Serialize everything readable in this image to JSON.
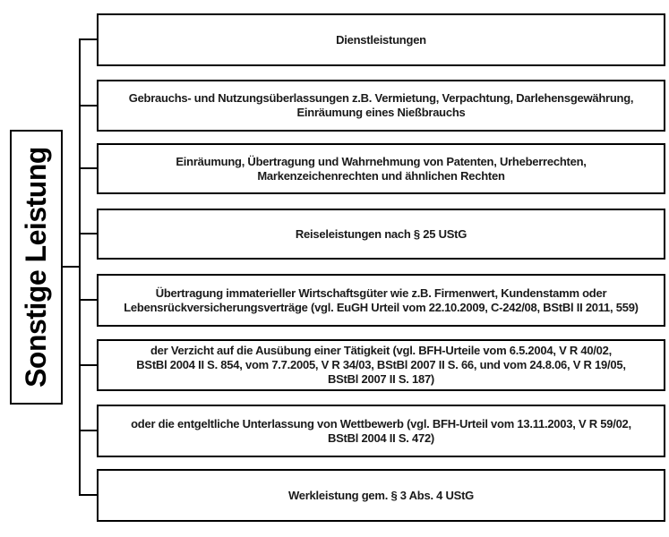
{
  "diagram": {
    "type": "hierarchy-left-to-right",
    "root": {
      "label": "Sonstige Leistung"
    },
    "boxes": [
      {
        "label": "Dienstleistungen",
        "lines": [
          "Dienstleistungen"
        ]
      },
      {
        "label": "Gebrauchs- und Nutzungsüberlassungen z.B. Vermietung, Verpachtung, Darlehensgewährung, Einräumung eines Nießbrauchs",
        "lines": [
          "Gebrauchs- und Nutzungsüberlassungen z.B. Vermietung, Verpachtung, Darlehensgewährung,",
          "Einräumung eines Nießbrauchs"
        ]
      },
      {
        "label": "Einräumung, Übertragung und Wahrnehmung von Patenten, Urheberrechten, Markenzeichenrechten und ähnlichen Rechten",
        "lines": [
          "Einräumung, Übertragung und Wahrnehmung von Patenten, Urheberrechten,",
          "Markenzeichenrechten und ähnlichen Rechten"
        ]
      },
      {
        "label": "Reiseleistungen nach § 25 UStG",
        "lines": [
          "Reiseleistungen nach § 25 UStG"
        ]
      },
      {
        "label": "Übertragung immaterieller Wirtschaftsgüter wie z.B. Firmenwert, Kundenstamm oder Lebensrückversicherungsverträge (vgl. EuGH Urteil vom 22.10.2009, C-242/08, BStBl II 2011, 559)",
        "lines": [
          "Übertragung immaterieller Wirtschaftsgüter wie z.B. Firmenwert, Kundenstamm oder",
          "Lebensrückversicherungsverträge (vgl. EuGH Urteil vom 22.10.2009, C-242/08, BStBl II 2011, 559)"
        ]
      },
      {
        "label": "der Verzicht auf die Ausübung einer Tätigkeit (vgl. BFH-Urteile vom 6.5.2004, V R 40/02, BStBl 2004 II S. 854, vom 7.7.2005, V R 34/03, BStBl 2007 II S. 66, und vom 24.8.06, V R 19/05, BStBl 2007 II S. 187)",
        "lines": [
          "der Verzicht auf die Ausübung einer Tätigkeit (vgl. BFH-Urteile vom 6.5.2004, V R 40/02,",
          "BStBl 2004 II S. 854, vom 7.7.2005, V R 34/03, BStBl 2007 II S. 66, und vom 24.8.06, V R 19/05,",
          "BStBl 2007 II S. 187)"
        ]
      },
      {
        "label": "oder die entgeltliche Unterlassung von Wettbewerb (vgl. BFH-Urteil vom 13.11.2003, V R 59/02, BStBl 2004 II S. 472)",
        "lines": [
          "oder die entgeltliche Unterlassung von Wettbewerb (vgl. BFH-Urteil vom 13.11.2003, V R 59/02,",
          "BStBl 2004 II S. 472)"
        ]
      },
      {
        "label": "Werkleistung gem. § 3 Abs. 4 UStG",
        "lines": [
          "Werkleistung gem. § 3 Abs. 4 UStG"
        ]
      }
    ],
    "colors": {
      "border": "#000000",
      "text": "#1a1a1a",
      "background": "#ffffff",
      "connector": "#000000"
    }
  }
}
